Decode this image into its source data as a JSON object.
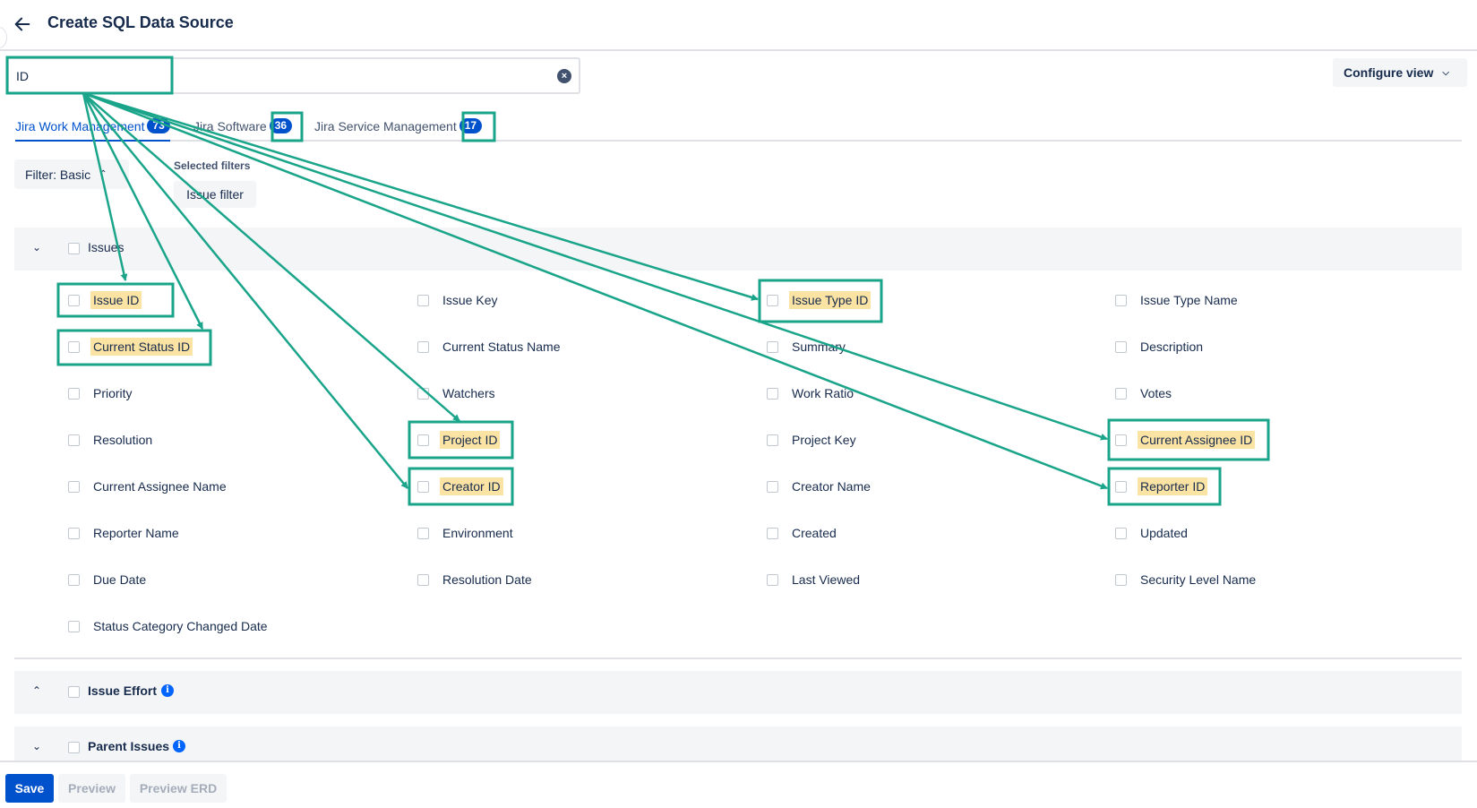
{
  "header": {
    "title": "Create SQL Data Source",
    "back_icon": "arrow-left-icon"
  },
  "search": {
    "value": "ID",
    "clear_icon": "clear-icon"
  },
  "toolbar": {
    "configure_view_label": "Configure view"
  },
  "tabs": [
    {
      "label": "Jira Work Management",
      "count": "73",
      "active": true
    },
    {
      "label": "Jira Software",
      "count": "36",
      "active": false
    },
    {
      "label": "Jira Service Management",
      "count": "17",
      "active": false
    }
  ],
  "filters": {
    "filter_button_label": "Filter: Basic",
    "selected_filters_label": "Selected filters",
    "chips": [
      "Issue filter"
    ]
  },
  "sections": {
    "issues": {
      "label": "Issues",
      "fields": [
        {
          "label": "Issue ID",
          "highlighted": true
        },
        {
          "label": "Issue Key",
          "highlighted": false
        },
        {
          "label": "Issue Type ID",
          "highlighted": true
        },
        {
          "label": "Issue Type Name",
          "highlighted": false
        },
        {
          "label": "Current Status ID",
          "highlighted": true
        },
        {
          "label": "Current Status Name",
          "highlighted": false
        },
        {
          "label": "Summary",
          "highlighted": false
        },
        {
          "label": "Description",
          "highlighted": false
        },
        {
          "label": "Priority",
          "highlighted": false
        },
        {
          "label": "Watchers",
          "highlighted": false
        },
        {
          "label": "Work Ratio",
          "highlighted": false
        },
        {
          "label": "Votes",
          "highlighted": false
        },
        {
          "label": "Resolution",
          "highlighted": false
        },
        {
          "label": "Project ID",
          "highlighted": true
        },
        {
          "label": "Project Key",
          "highlighted": false
        },
        {
          "label": "Current Assignee ID",
          "highlighted": true
        },
        {
          "label": "Current Assignee Name",
          "highlighted": false
        },
        {
          "label": "Creator ID",
          "highlighted": true
        },
        {
          "label": "Creator Name",
          "highlighted": false
        },
        {
          "label": "Reporter ID",
          "highlighted": true
        },
        {
          "label": "Reporter Name",
          "highlighted": false
        },
        {
          "label": "Environment",
          "highlighted": false
        },
        {
          "label": "Created",
          "highlighted": false
        },
        {
          "label": "Updated",
          "highlighted": false
        },
        {
          "label": "Due Date",
          "highlighted": false
        },
        {
          "label": "Resolution Date",
          "highlighted": false
        },
        {
          "label": "Last Viewed",
          "highlighted": false
        },
        {
          "label": "Security Level Name",
          "highlighted": false
        },
        {
          "label": "Status Category Changed Date",
          "highlighted": false
        }
      ]
    },
    "issue_effort": {
      "label": "Issue Effort"
    },
    "parent_issues": {
      "label": "Parent Issues"
    }
  },
  "footer": {
    "save_label": "Save",
    "preview_label": "Preview",
    "preview_erd_label": "Preview ERD"
  },
  "colors": {
    "accent": "#0052cc",
    "highlight": "#fbe3a4",
    "annotation": "#1aa58a"
  }
}
